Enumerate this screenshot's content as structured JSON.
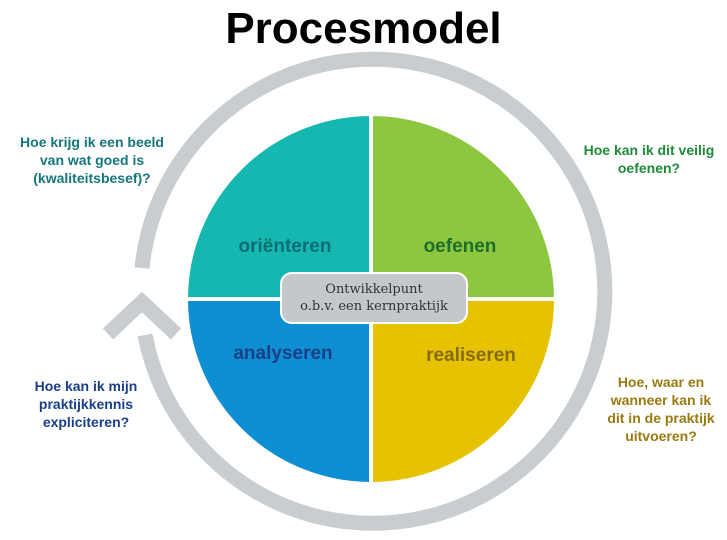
{
  "title": "Procesmodel",
  "quadrants": {
    "tl": {
      "label": "oriënteren",
      "color": "#14b8b0",
      "label_color": "#0e6d72"
    },
    "tr": {
      "label": "oefenen",
      "color": "#8dc63f",
      "label_color": "#1f6e2b"
    },
    "bl": {
      "label": "analyseren",
      "color": "#0f8fd3",
      "label_color": "#1a3f86"
    },
    "br": {
      "label": "realiseren",
      "color": "#e6c200",
      "label_color": "#866a14"
    }
  },
  "center": {
    "line1": "Ontwikkelpunt",
    "line2": "o.b.v. een kernpraktijk"
  },
  "questions": {
    "top_left": {
      "lines": [
        "Hoe krijg ik een beeld",
        "van wat goed is",
        "(kwaliteitsbesef)?"
      ],
      "color": "#15777c"
    },
    "top_right": {
      "lines": [
        "Hoe kan ik dit veilig",
        "oefenen?"
      ],
      "color": "#1f8a3a"
    },
    "bottom_left": {
      "lines": [
        "Hoe kan ik mijn",
        "praktijkkennis",
        "expliciteren?"
      ],
      "color": "#1a3f86"
    },
    "bottom_right": {
      "lines": [
        "Hoe, waar en",
        "wanneer kan ik",
        "dit in de praktijk",
        "uitvoeren?"
      ],
      "color": "#9a7a10"
    }
  },
  "cycle_ring_color": "#c9cdd0"
}
